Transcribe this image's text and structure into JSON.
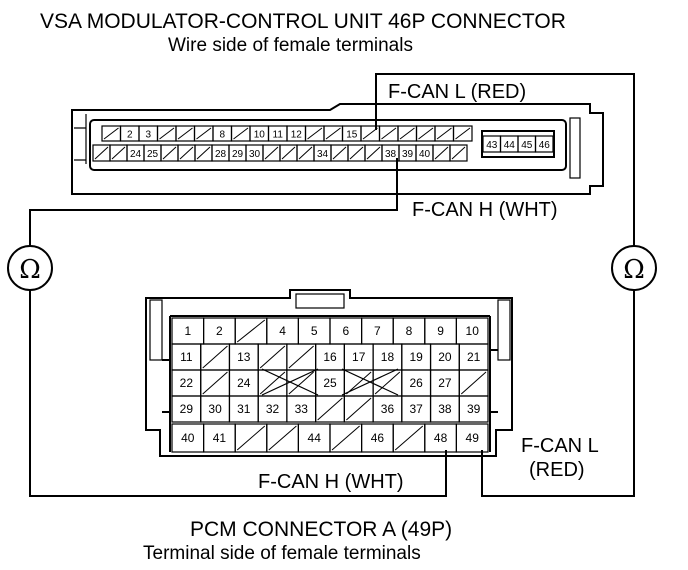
{
  "titles": {
    "vsa_title": "VSA MODULATOR-CONTROL UNIT 46P CONNECTOR",
    "vsa_subtitle": "Wire side of female terminals",
    "pcm_title": "PCM CONNECTOR A (49P)",
    "pcm_subtitle": "Terminal side of female terminals"
  },
  "labels": {
    "vsa_fcan_l": "F-CAN L (RED)",
    "vsa_fcan_h": "F-CAN H (WHT)",
    "pcm_fcan_h": "F-CAN H (WHT)",
    "pcm_fcan_l_1": "F-CAN L",
    "pcm_fcan_l_2": "(RED)",
    "ohm_left": "Ω",
    "ohm_right": "Ω"
  },
  "vsa_top_row": [
    "",
    "2",
    "3",
    "",
    "",
    "",
    "8",
    "",
    "10",
    "11",
    "12",
    "",
    "",
    "15",
    "",
    "",
    "",
    "",
    "",
    ""
  ],
  "vsa_bottom_row": [
    "",
    "",
    "24",
    "25",
    "",
    "",
    "",
    "28",
    "29",
    "30",
    "",
    "",
    "",
    "34",
    "",
    "",
    "",
    "38",
    "39",
    "40",
    "",
    ""
  ],
  "vsa_side_pins": [
    "43",
    "44",
    "45",
    "46"
  ],
  "pcm_rows": [
    [
      "1",
      "2",
      "",
      "4",
      "5",
      "6",
      "7",
      "8",
      "9",
      "10"
    ],
    [
      "11",
      "",
      "13",
      "",
      "",
      "16",
      "17",
      "18",
      "19",
      "20",
      "21"
    ],
    [
      "22",
      "",
      "24",
      "",
      "",
      "25",
      "",
      "",
      "26",
      "27",
      ""
    ],
    [
      "29",
      "30",
      "31",
      "32",
      "33",
      "",
      "",
      "36",
      "37",
      "38",
      "39"
    ],
    [
      "40",
      "41",
      "",
      "",
      "44",
      "",
      "46",
      "",
      "48",
      "49"
    ]
  ]
}
